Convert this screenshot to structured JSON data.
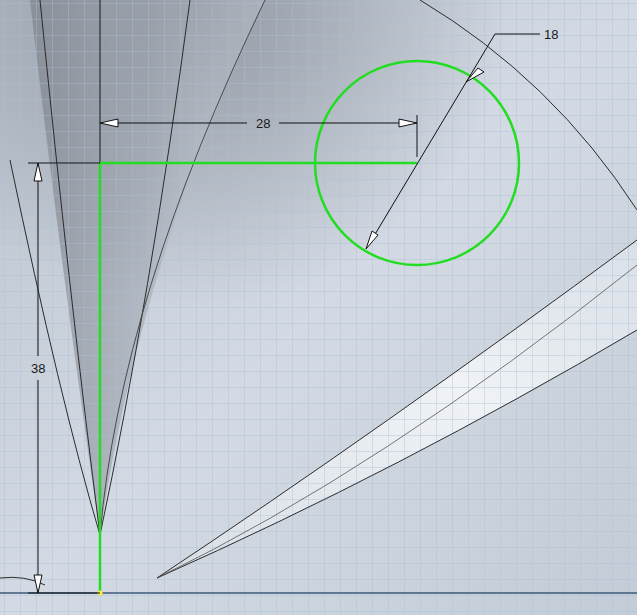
{
  "diagram": {
    "labels": [
      "28",
      "38",
      "18"
    ]
  }
}
